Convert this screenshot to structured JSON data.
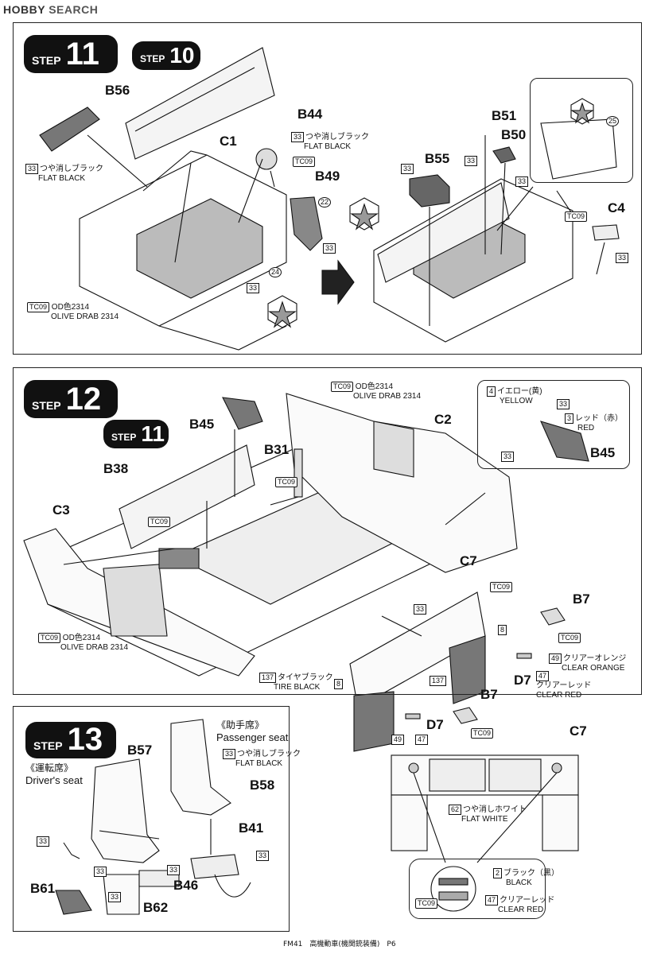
{
  "watermark": {
    "brand": "HOBBY",
    "search": "SEARCH"
  },
  "step11": {
    "step_word": "STEP",
    "step_num": "11",
    "sub_word": "STEP",
    "sub_num": "10",
    "parts": {
      "b56": "B56",
      "b44": "B44",
      "c1": "C1",
      "b49": "B49",
      "b51": "B51",
      "b50": "B50",
      "b55": "B55",
      "c4": "C4"
    },
    "notes": {
      "b56_code": "33",
      "b56_jp": "つや消しブラック",
      "b56_en": "FLAT BLACK",
      "b44_code": "33",
      "b44_jp": "つや消しブラック",
      "b44_en": "FLAT BLACK",
      "b44_tc": "TC09",
      "b49_decal": "22",
      "b49_code": "33",
      "decal24": "24",
      "floor_code": "33",
      "od_tc": "TC09",
      "od_jp": "OD色2314",
      "od_en": "OLIVE DRAB 2314",
      "b51_code": "33",
      "b50_code": "33",
      "b55_code": "33",
      "decal25": "25",
      "c4_tc": "TC09",
      "c4_code": "33"
    }
  },
  "step12": {
    "step_word": "STEP",
    "step_num": "12",
    "sub_word": "STEP",
    "sub_num": "11",
    "parts": {
      "b45": "B45",
      "b31": "B31",
      "b38": "B38",
      "c2": "C2",
      "c3": "C3",
      "c7": "C7",
      "b7a": "B7",
      "b7b": "B7",
      "d7a": "D7",
      "d7b": "D7",
      "b45b": "B45"
    },
    "notes": {
      "od_top_tc": "TC09",
      "od_top_jp": "OD色2314",
      "od_top_en": "OLIVE DRAB 2314",
      "od_left_tc": "TC09",
      "od_left_jp": "OD色2314",
      "od_left_en": "OLIVE DRAB 2314",
      "yellow_code": "4",
      "yellow_jp": "イエロー(黄)",
      "yellow_en": "YELLOW",
      "red_code": "3",
      "red_jp": "レッド（赤）",
      "red_en": "RED",
      "ext_code1": "33",
      "ext_code2": "33",
      "b31_tc": "TC09",
      "b38_tc": "TC09",
      "c7_tc": "TC09",
      "c7_code33": "33",
      "c7_code8a": "8",
      "c7_code8b": "8",
      "b7_tc_a": "TC09",
      "b7_tc_b": "TC09",
      "orange_code": "49",
      "orange_jp": "クリアーオレンジ",
      "orange_en": "CLEAR ORANGE",
      "clred_code": "47",
      "clred_jp": "クリアーレッド",
      "clred_en": "CLEAR RED",
      "tire_code": "137",
      "tire_jp": "タイヤブラック",
      "tire_en": "TIRE BLACK",
      "tire_code2": "137",
      "d7_code49": "49",
      "d7_code47": "47"
    }
  },
  "step13": {
    "step_word": "STEP",
    "step_num": "13",
    "driver_jp": "《運転席》",
    "driver_en": "Driver's seat",
    "pass_jp": "《助手席》",
    "pass_en": "Passenger seat",
    "parts": {
      "b57": "B57",
      "b58": "B58",
      "b41": "B41",
      "b46": "B46",
      "b61": "B61",
      "b62": "B62",
      "c7": "C7"
    },
    "notes": {
      "pass_code": "33",
      "pass_cjp": "つや消しブラック",
      "pass_cen": "FLAT BLACK",
      "c33a": "33",
      "c33b": "33",
      "c33c": "33",
      "c33d": "33",
      "c33e": "33",
      "white_code": "62",
      "white_jp": "つや消しホワイト",
      "white_en": "FLAT WHITE",
      "black_code": "2",
      "black_jp": "ブラック（黒）",
      "black_en": "BLACK",
      "lamp_tc": "TC09",
      "lamp_code": "47",
      "lamp_jp": "クリアーレッド",
      "lamp_en": "CLEAR RED"
    }
  },
  "footer": "FM41　高機動車(機関銃装備)　P6"
}
